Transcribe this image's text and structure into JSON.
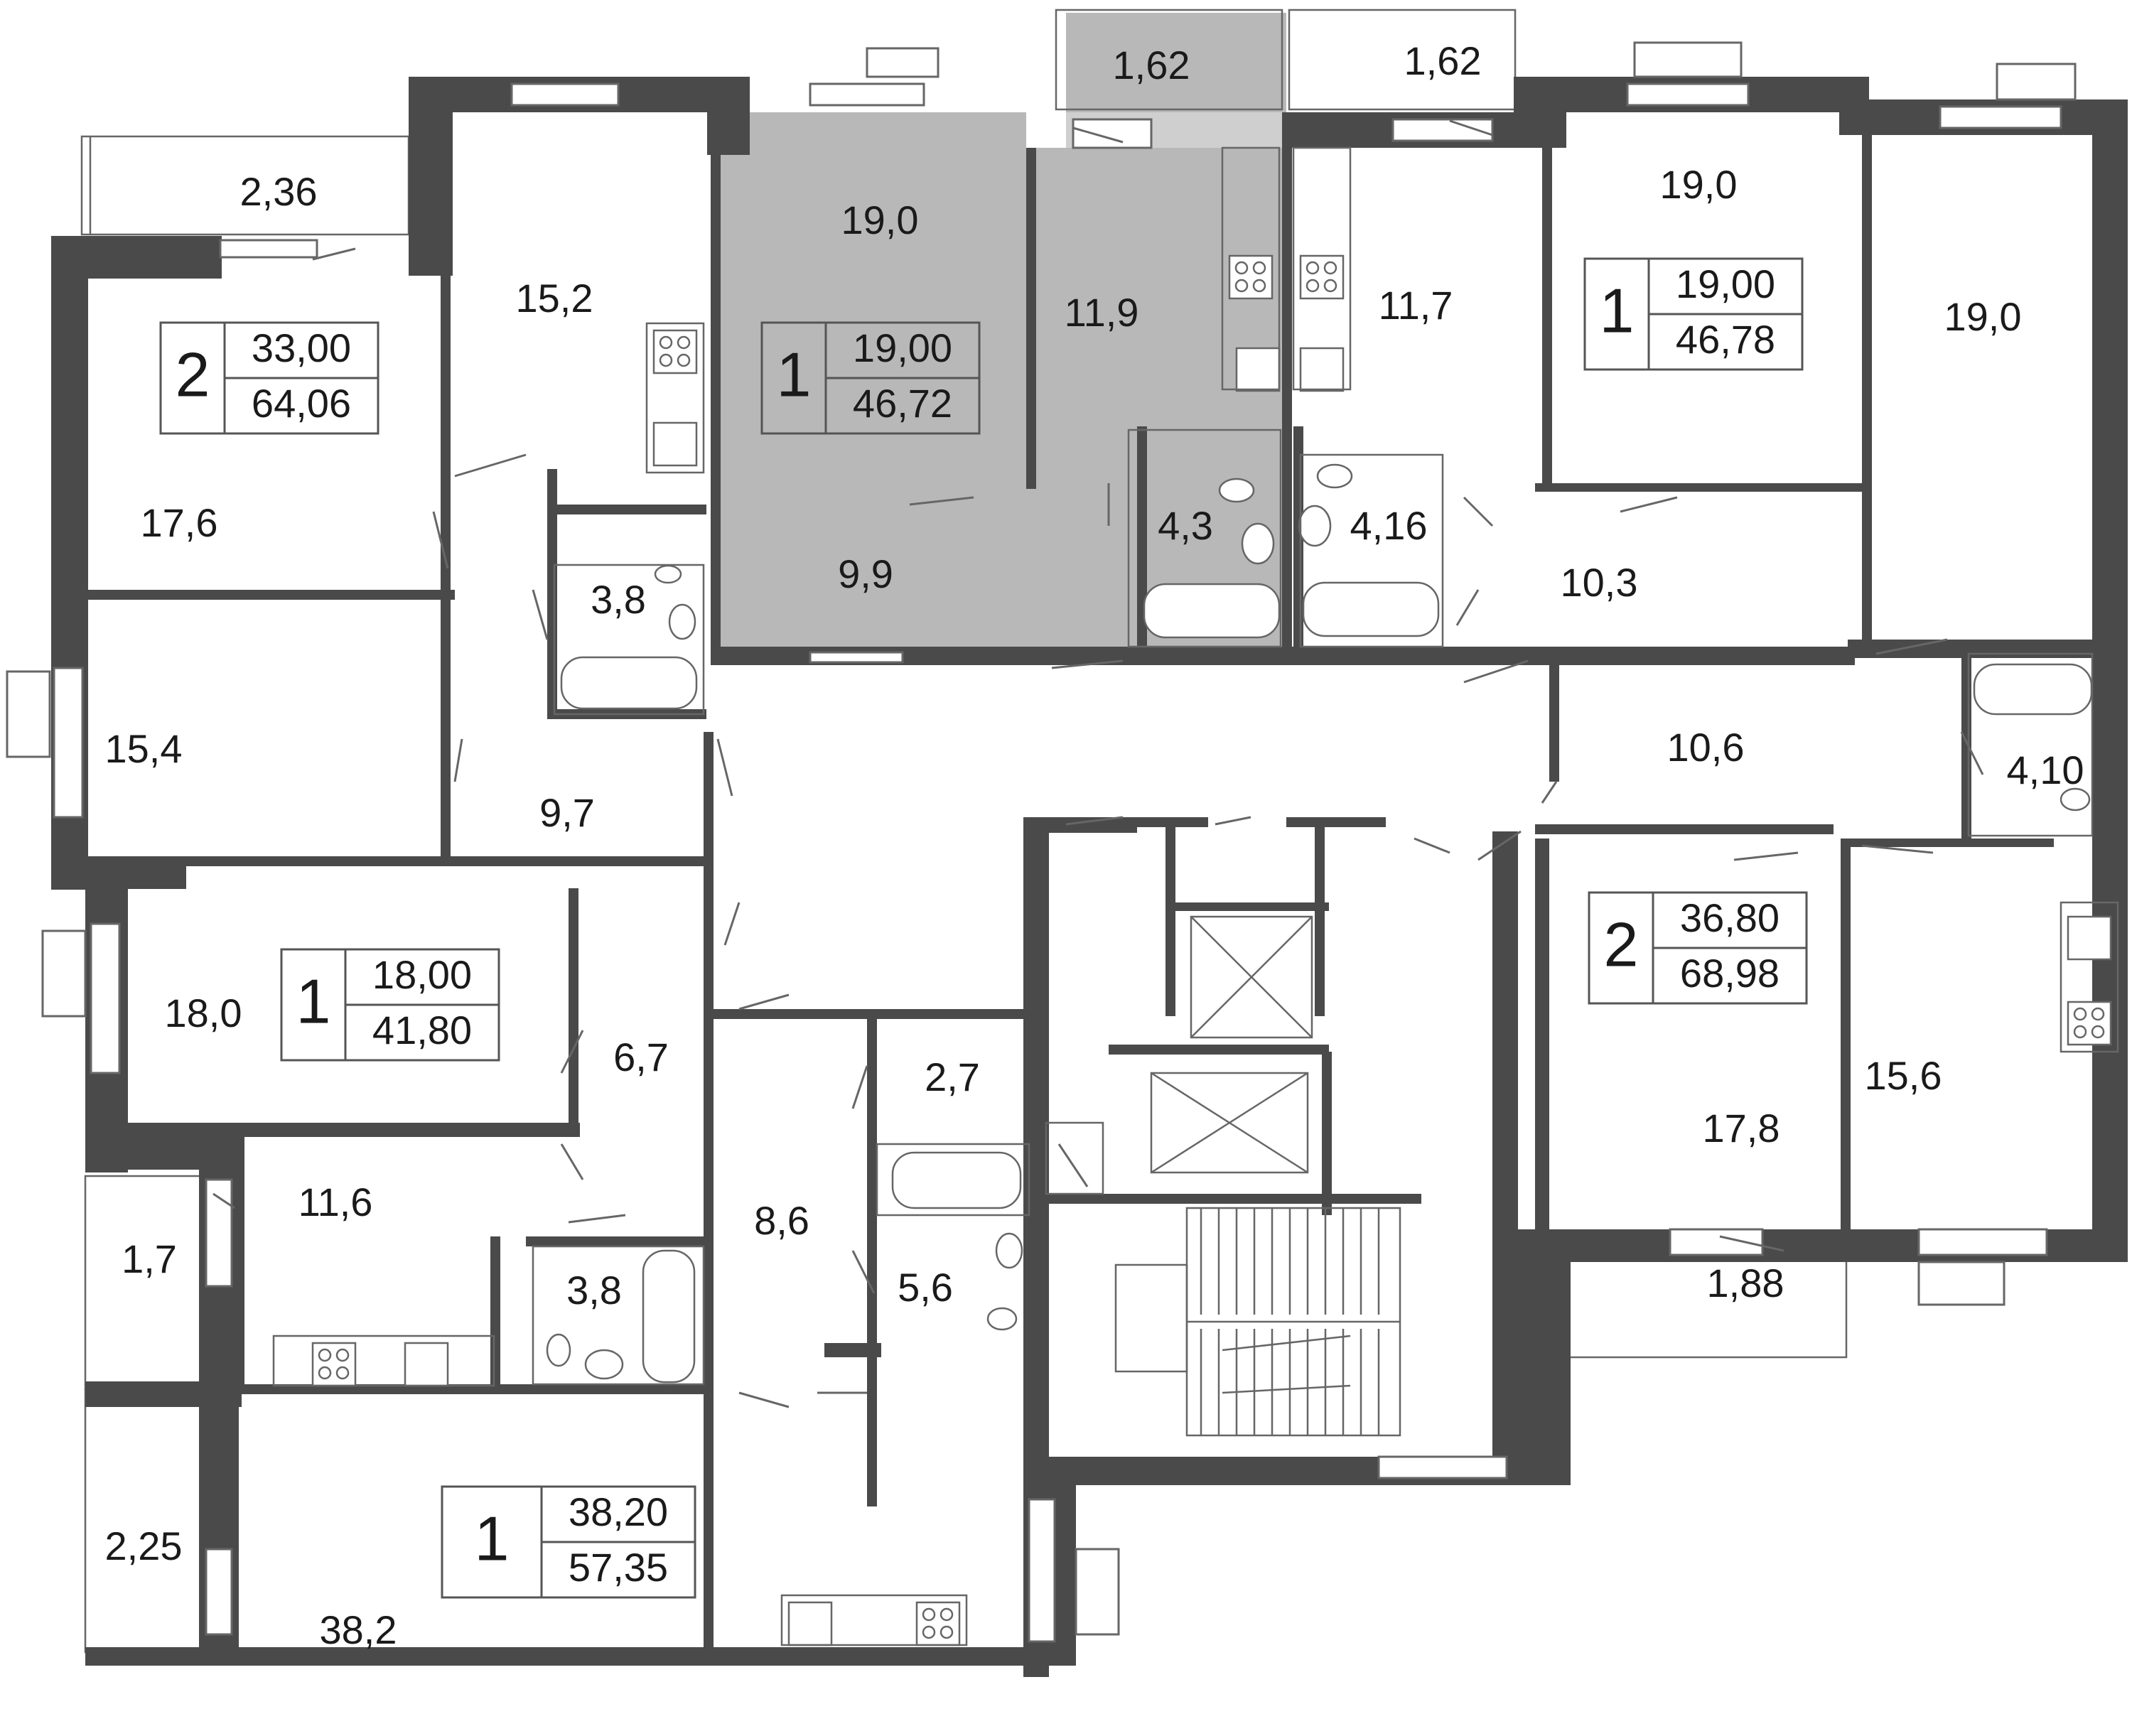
{
  "rooms": [
    {
      "id": "r-2-36",
      "label": "2,36"
    },
    {
      "id": "r-15-2",
      "label": "15,2"
    },
    {
      "id": "r-17-6",
      "label": "17,6"
    },
    {
      "id": "r-3-8-a",
      "label": "3,8"
    },
    {
      "id": "r-15-4",
      "label": "15,4"
    },
    {
      "id": "r-9-7",
      "label": "9,7"
    },
    {
      "id": "r-19-0-a",
      "label": "19,0"
    },
    {
      "id": "r-9-9",
      "label": "9,9"
    },
    {
      "id": "r-1-62-a",
      "label": "1,62"
    },
    {
      "id": "r-11-9",
      "label": "11,9"
    },
    {
      "id": "r-4-3",
      "label": "4,3"
    },
    {
      "id": "r-1-62-b",
      "label": "1,62"
    },
    {
      "id": "r-11-7",
      "label": "11,7"
    },
    {
      "id": "r-4-16",
      "label": "4,16"
    },
    {
      "id": "r-19-0-b",
      "label": "19,0"
    },
    {
      "id": "r-10-3",
      "label": "10,3"
    },
    {
      "id": "r-19-0-c",
      "label": "19,0"
    },
    {
      "id": "r-10-6",
      "label": "10,6"
    },
    {
      "id": "r-4-10",
      "label": "4,10"
    },
    {
      "id": "r-18-0",
      "label": "18,0"
    },
    {
      "id": "r-6-7",
      "label": "6,7"
    },
    {
      "id": "r-2-7",
      "label": "2,7"
    },
    {
      "id": "r-8-6",
      "label": "8,6"
    },
    {
      "id": "r-5-6",
      "label": "5,6"
    },
    {
      "id": "r-1-7",
      "label": "1,7"
    },
    {
      "id": "r-11-6",
      "label": "11,6"
    },
    {
      "id": "r-3-8-b",
      "label": "3,8"
    },
    {
      "id": "r-17-8",
      "label": "17,8"
    },
    {
      "id": "r-15-6",
      "label": "15,6"
    },
    {
      "id": "r-1-88",
      "label": "1,88"
    },
    {
      "id": "r-2-25",
      "label": "2,25"
    },
    {
      "id": "r-38-2",
      "label": "38,2"
    }
  ],
  "apartments": [
    {
      "id": "apt-a",
      "rooms": "2",
      "living": "33,00",
      "total": "64,06"
    },
    {
      "id": "apt-b",
      "rooms": "1",
      "living": "19,00",
      "total": "46,72"
    },
    {
      "id": "apt-c",
      "rooms": "1",
      "living": "19,00",
      "total": "46,78"
    },
    {
      "id": "apt-d",
      "rooms": "1",
      "living": "18,00",
      "total": "41,80"
    },
    {
      "id": "apt-e",
      "rooms": "2",
      "living": "36,80",
      "total": "68,98"
    },
    {
      "id": "apt-f",
      "rooms": "1",
      "living": "38,20",
      "total": "57,35"
    }
  ],
  "colors": {
    "wall": "#4a4a4a",
    "highlight": "#b8b8b8"
  },
  "icons": [
    "stove-icon",
    "sink-icon",
    "bathtub-icon",
    "toilet-icon",
    "washbasin-icon",
    "elevator-icon",
    "stairs-icon"
  ]
}
